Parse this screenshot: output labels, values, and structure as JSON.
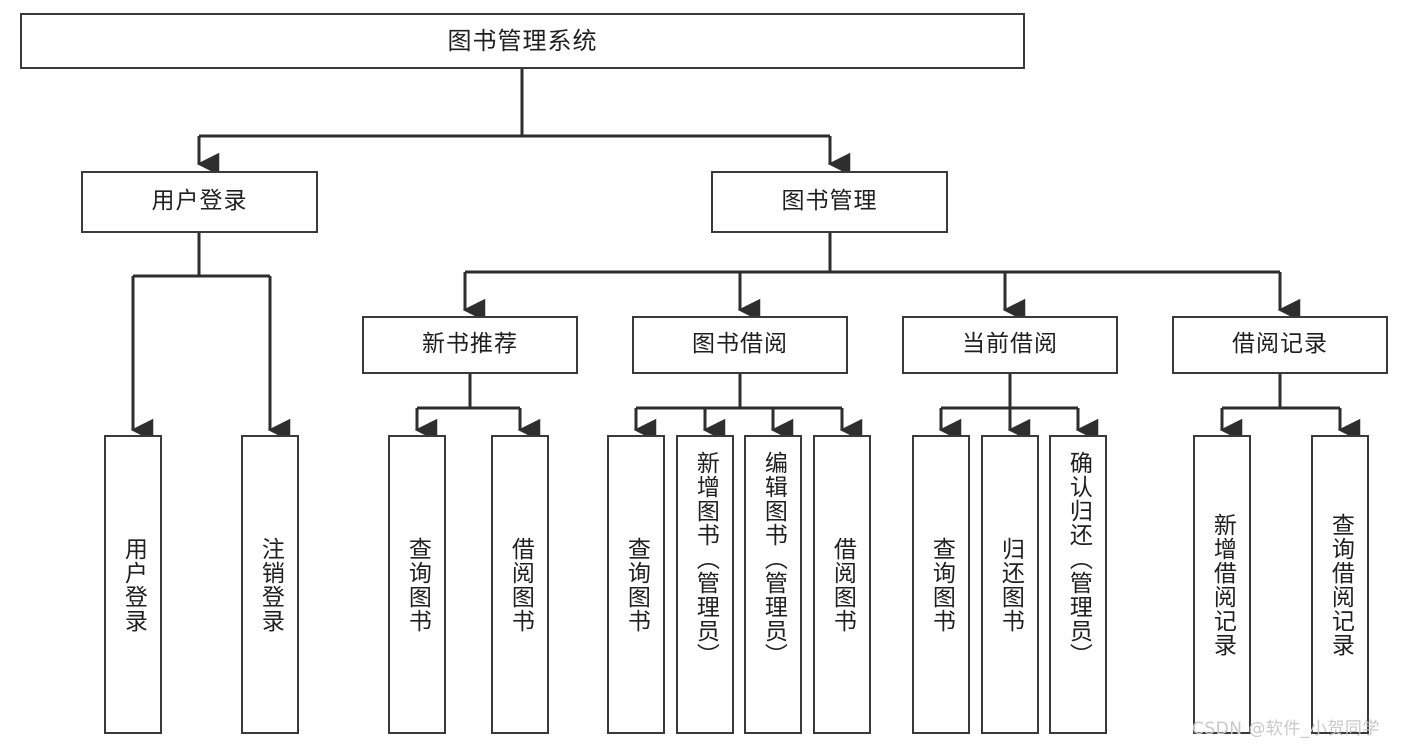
{
  "diagram": {
    "type": "tree-hierarchy",
    "title": "图书管理系统",
    "watermark": "CSDN @软件_小贺同学",
    "root": {
      "id": "root",
      "label": "图书管理系统",
      "orientation": "horizontal"
    },
    "level2": [
      {
        "id": "user-login",
        "label": "用户登录",
        "orientation": "horizontal"
      },
      {
        "id": "book-manage",
        "label": "图书管理",
        "orientation": "horizontal"
      }
    ],
    "level3": [
      {
        "id": "new-book-recommend",
        "label": "新书推荐",
        "orientation": "horizontal",
        "parent": "book-manage"
      },
      {
        "id": "book-borrow",
        "label": "图书借阅",
        "orientation": "horizontal",
        "parent": "book-manage"
      },
      {
        "id": "current-borrow",
        "label": "当前借阅",
        "orientation": "horizontal",
        "parent": "book-manage"
      },
      {
        "id": "borrow-record",
        "label": "借阅记录",
        "orientation": "horizontal",
        "parent": "book-manage"
      }
    ],
    "leaves": [
      {
        "id": "leaf-user-login",
        "label": "用户登录",
        "parent": "user-login",
        "orientation": "vertical"
      },
      {
        "id": "leaf-user-logout",
        "label": "注销登录",
        "parent": "user-login",
        "orientation": "vertical"
      },
      {
        "id": "leaf-query-book-1",
        "label": "查询图书",
        "parent": "new-book-recommend",
        "orientation": "vertical"
      },
      {
        "id": "leaf-borrow-book-1",
        "label": "借阅图书",
        "parent": "new-book-recommend",
        "orientation": "vertical"
      },
      {
        "id": "leaf-query-book-2",
        "label": "查询图书",
        "parent": "book-borrow",
        "orientation": "vertical"
      },
      {
        "id": "leaf-add-book",
        "label": "新增图书（管理员）",
        "parent": "book-borrow",
        "orientation": "vertical"
      },
      {
        "id": "leaf-edit-book",
        "label": "编辑图书（管理员）",
        "parent": "book-borrow",
        "orientation": "vertical"
      },
      {
        "id": "leaf-borrow-book-2",
        "label": "借阅图书",
        "parent": "book-borrow",
        "orientation": "vertical"
      },
      {
        "id": "leaf-query-book-3",
        "label": "查询图书",
        "parent": "current-borrow",
        "orientation": "vertical"
      },
      {
        "id": "leaf-return-book",
        "label": "归还图书",
        "parent": "current-borrow",
        "orientation": "vertical"
      },
      {
        "id": "leaf-confirm-return",
        "label": "确认归还（管理员）",
        "parent": "current-borrow",
        "orientation": "vertical"
      },
      {
        "id": "leaf-add-record",
        "label": "新增借阅记录",
        "parent": "borrow-record",
        "orientation": "vertical"
      },
      {
        "id": "leaf-query-record",
        "label": "查询借阅记录",
        "parent": "borrow-record",
        "orientation": "vertical"
      }
    ],
    "colors": {
      "box_border": "#3a3a3a",
      "box_fill": "#ffffff",
      "text": "#1f1f1f",
      "edge": "#2e2e2e",
      "watermark": "#c9c9c9",
      "background": "#ffffff"
    }
  }
}
